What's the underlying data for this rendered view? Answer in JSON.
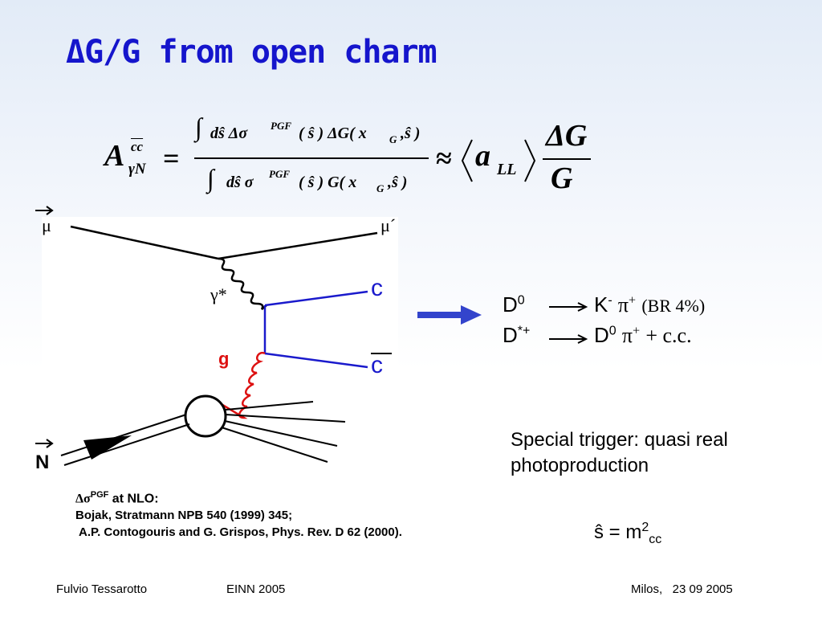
{
  "slide": {
    "title": "ΔG/G from open charm"
  },
  "formula": {
    "lhs_A": "A",
    "lhs_sup": "cc",
    "lhs_sub": "γN",
    "equals": "=",
    "num_int": "∫",
    "num_text": "dŝ Δσ",
    "num_sup": "PGF",
    "num_rest": "( ŝ ) ΔG( x",
    "num_sub": "G",
    "num_tail": ",ŝ )",
    "den_int": "∫",
    "den_text": "dŝ σ",
    "den_sup": "PGF",
    "den_rest": "( ŝ ) G( x",
    "den_sub": "G",
    "den_tail": ",ŝ )",
    "approx": "≈",
    "a": "a",
    "a_sub": "LL",
    "rhs_num": "ΔG",
    "rhs_den": "G"
  },
  "diagram": {
    "mu_in": "μ",
    "mu_out": "μ´",
    "gamma": "γ*",
    "gluon": "g",
    "charm": "c",
    "anticharm": "c",
    "nucleon": "N"
  },
  "decays": {
    "line1_particle": "D",
    "line1_particle_sup": "0",
    "line1_product1": "K",
    "line1_product1_sup": "-",
    "line1_product2": "π",
    "line1_product2_sup": "+",
    "line1_br": "(BR 4%)",
    "line2_particle": "D",
    "line2_particle_sup": "*+",
    "line2_product1": "D",
    "line2_product1_sup": "0",
    "line2_product2": "π",
    "line2_product2_sup": "+",
    "line2_cc": "+ c.c."
  },
  "trigger": {
    "line1": "Special trigger: quasi real",
    "line2": "photoproduction"
  },
  "shat": {
    "lhs": "ŝ = m",
    "sup": "2",
    "sub": "cc"
  },
  "references": {
    "heading_sym": "Δσ",
    "heading_sup": "PGF",
    "heading_rest": " at NLO:",
    "ref1": "Bojak, Stratmann NPB 540 (1999) 345;",
    "ref2": "A.P. Contogouris and G. Grispos, Phys. Rev. D 62 (2000)."
  },
  "footer": {
    "author": "Fulvio Tessarotto",
    "conference": "EINN 2005",
    "place_date": "Milos,   23 09 2005"
  },
  "colors": {
    "title": "#1515cc",
    "quark_lines": "#1a1acc",
    "gluon": "#dd1111",
    "arrow": "#3344cc"
  }
}
